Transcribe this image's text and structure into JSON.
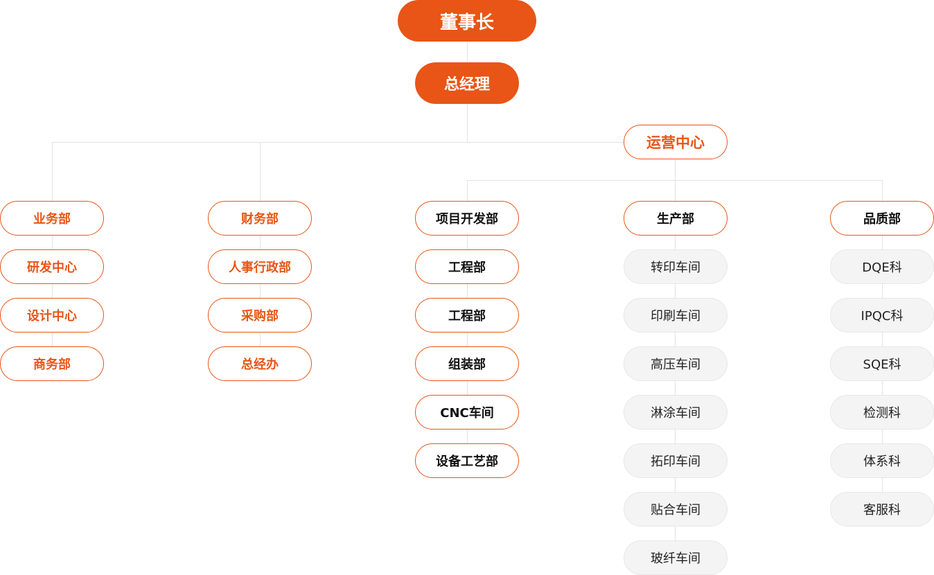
{
  "chairman": "董事长",
  "general_manager": "总经理",
  "operations_center": "运营中心",
  "business_dept": {
    "head": "业务部",
    "items": [
      "研发中心",
      "设计中心",
      "商务部"
    ]
  },
  "finance_dept": {
    "head": "财务部",
    "items": [
      "人事行政部",
      "采购部",
      "总经办"
    ]
  },
  "project_dept": {
    "head": "项目开发部",
    "items": [
      "工程部",
      "工程部",
      "组装部",
      "CNC车间",
      "设备工艺部"
    ]
  },
  "production_dept": {
    "head": "生产部",
    "items": [
      "转印车间",
      "印刷车间",
      "高压车间",
      "淋涂车间",
      "拓印车间",
      "贴合车间",
      "玻纤车间"
    ]
  },
  "quality_dept": {
    "head": "品质部",
    "items": [
      "DQE科",
      "IPQC科",
      "SQE科",
      "检测科",
      "体系科",
      "客服科"
    ]
  },
  "colors": {
    "accent": "#e85516",
    "line": "#e2e2e2",
    "sub_bg": "#f4f4f4"
  }
}
